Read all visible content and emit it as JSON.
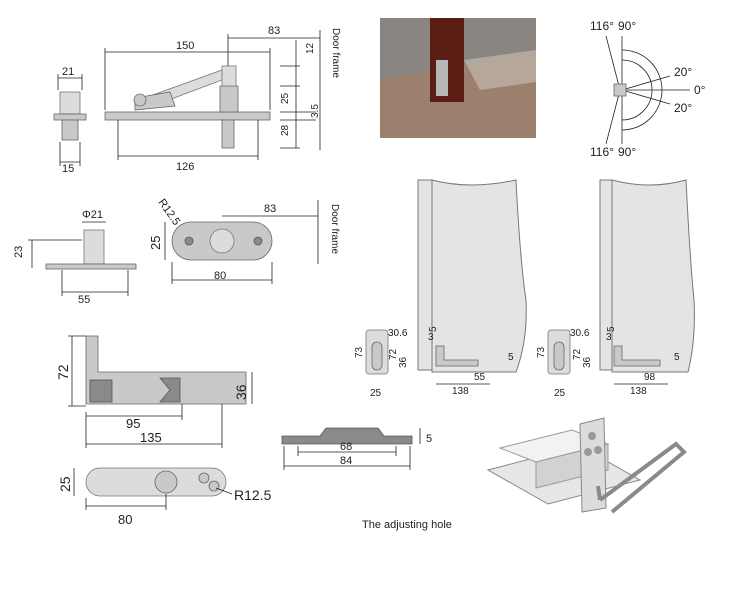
{
  "labels": {
    "door_frame": "Door frame",
    "adjusting_hole": "The adjusting hole"
  },
  "dims": {
    "d150": "150",
    "d83a": "83",
    "d12": "12",
    "d25a": "25",
    "d3_5": "3.5",
    "d28": "28",
    "d126": "126",
    "d21a": "21",
    "d15": "15",
    "phi21": "Φ21",
    "d23": "23",
    "d55a": "55",
    "r12_5a": "R12.5",
    "d25b": "25",
    "d83b": "83",
    "d80a": "80",
    "d72a": "72",
    "d36a": "36",
    "d95": "95",
    "d135": "135",
    "d25c": "25",
    "d80b": "80",
    "r12_5b": "R12.5",
    "d68": "68",
    "d84": "84",
    "d5a": "5",
    "ang116a": "116°",
    "ang90a": "90°",
    "ang20a": "20°",
    "ang0": "0°",
    "ang20b": "20°",
    "ang116b": "116°",
    "ang90b": "90°",
    "l30_6": "30.6",
    "l5a": "5",
    "l3a": "3",
    "l73a": "73",
    "l72a": "72",
    "l36a": "36",
    "l5b": "5",
    "l55": "55",
    "l25a": "25",
    "l138a": "138",
    "r30_6": "30.6",
    "r5a": "5",
    "r3a": "3",
    "r73a": "73",
    "r72a": "72",
    "r36a": "36",
    "r5b": "5",
    "r98": "98",
    "r25a": "25",
    "r138a": "138"
  },
  "colors": {
    "photo_wall": "#8a8580",
    "photo_door": "#5a1e14",
    "photo_floor": "#9c7f6c",
    "metal": "#c9c9c9"
  }
}
